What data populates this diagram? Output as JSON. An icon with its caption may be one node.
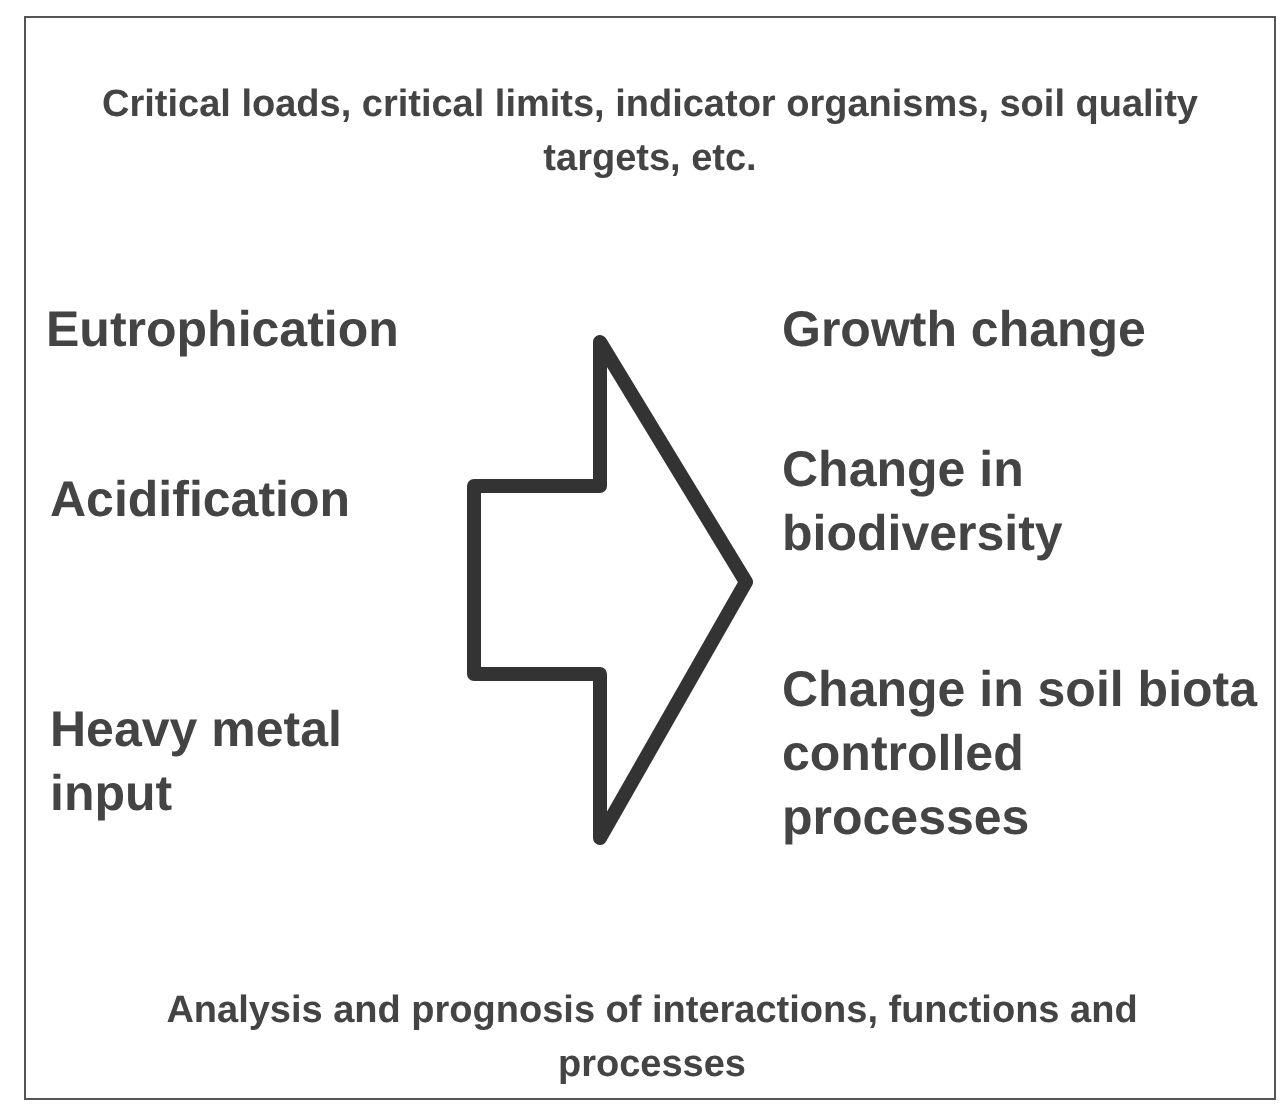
{
  "diagram": {
    "nodes": [
      {
        "text": [
          "Critical loads, critical limits, indicator organisms, soil quality targets, etc.",
          "Analysis and prognosis of interactions, functions and processes"
        ]
      }
    ],
    "labels": [
      "Eutrophication",
      "Growth change",
      "Acidification",
      "Change in biodiversity",
      "Heavy metal input",
      "Change in soil biota controlled processes"
    ]
  }
}
